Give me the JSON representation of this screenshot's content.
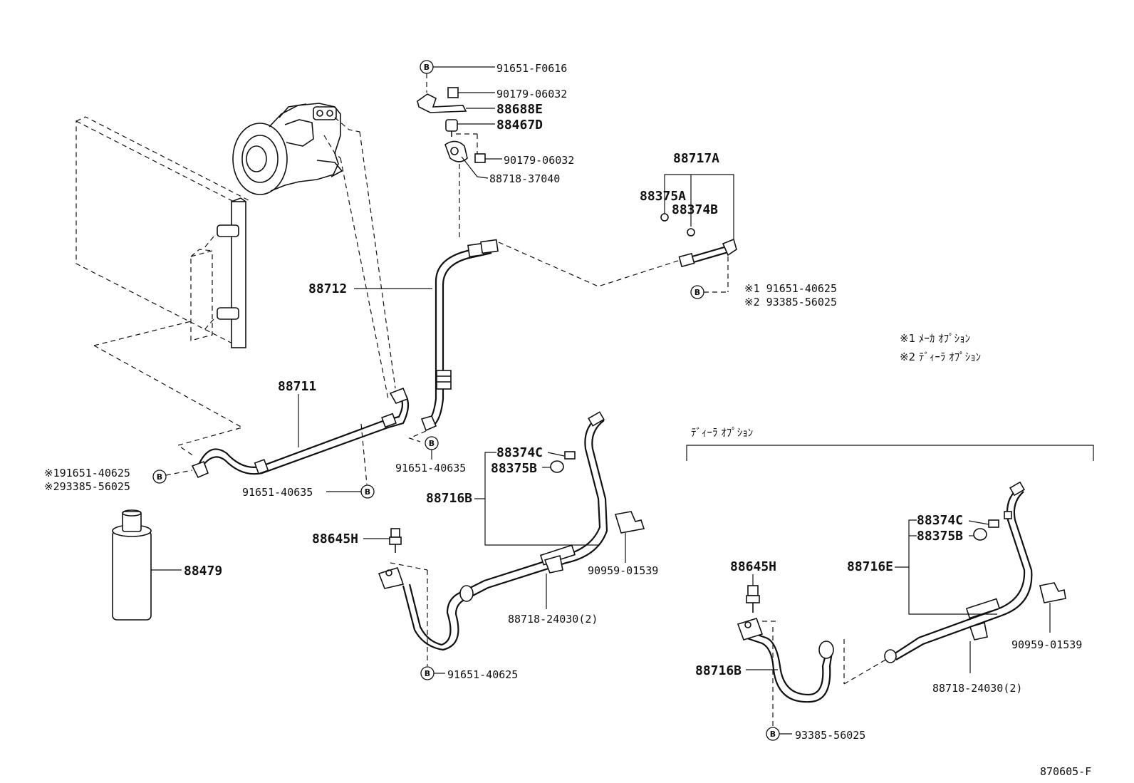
{
  "labels": {
    "p91651_F0616": "91651-F0616",
    "p90179_06032_a": "90179-06032",
    "p88688E": "88688E",
    "p88467D": "88467D",
    "p90179_06032_b": "90179-06032",
    "p88718_37040": "88718-37040",
    "p88717A": "88717A",
    "p88375A": "88375A",
    "p88374B": "88374B",
    "p88712": "88712",
    "note1_91651_40625": "※1 91651-40625",
    "note2_93385_56025": "※2 93385-56025",
    "legend1": "※1  ﾒｰｶ ｵﾌﾟｼｮﾝ",
    "legend2": "※2  ﾃﾞｨｰﾗ ｵﾌﾟｼｮﾝ",
    "p88711": "88711",
    "left_note1": "※191651-40625",
    "left_note2": "※293385-56025",
    "p91651_40635_a": "91651-40635",
    "p91651_40635_b": "91651-40635",
    "p88374C": "88374C",
    "p88375B": "88375B",
    "p88716B": "88716B",
    "p88645H": "88645H",
    "p90959_01539": "90959-01539",
    "p88479": "88479",
    "p88718_24030": "88718-24030(2)",
    "p91651_40625": "91651-40625",
    "dealer_title": "ﾃﾞｨｰﾗ ｵﾌﾟｼｮﾝ",
    "d_88374C": "88374C",
    "d_88375B": "88375B",
    "d_88645H": "88645H",
    "d_88716E": "88716E",
    "d_88716B": "88716B",
    "d_90959_01539": "90959-01539",
    "d_88718_24030": "88718-24030(2)",
    "d_93385_56025": "93385-56025",
    "code": "870605-F"
  },
  "bolt_marker": "B"
}
